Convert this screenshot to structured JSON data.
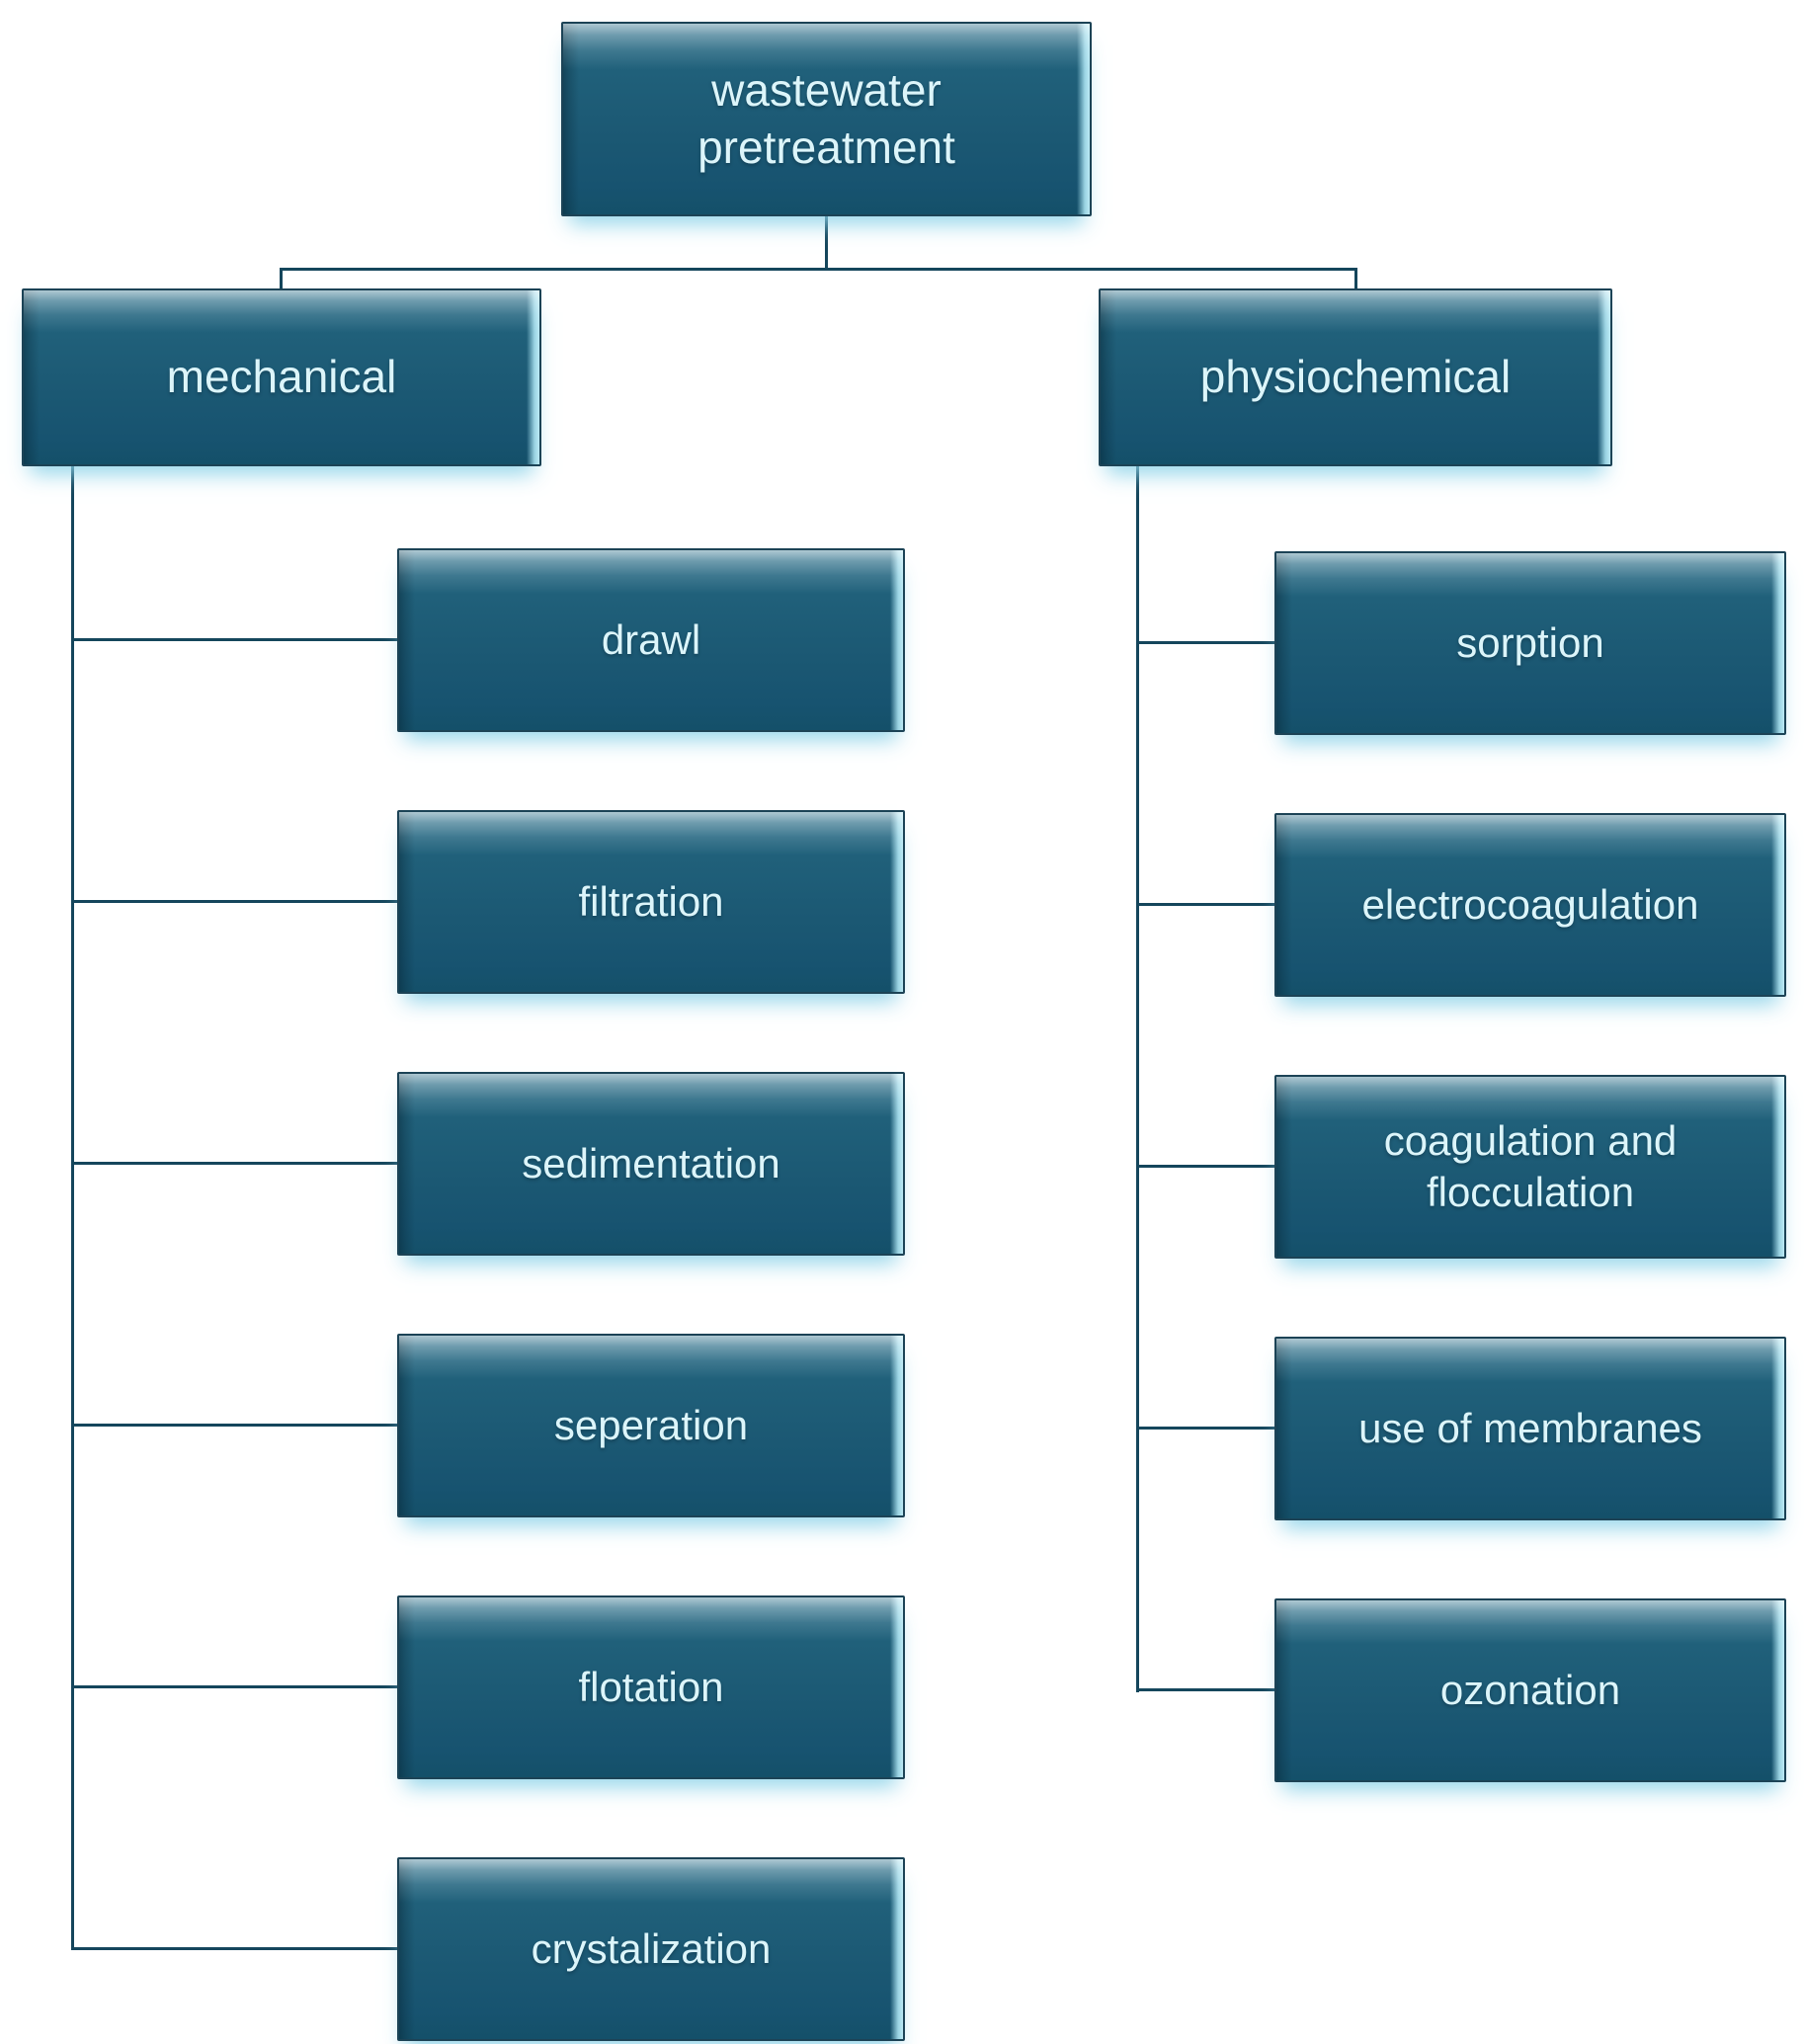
{
  "figure": {
    "type": "flowchart",
    "description": "hierarchy of wastewater pretreatment methods"
  },
  "colors": {
    "background": "#ffffff",
    "box_fill": "#1d5c76",
    "box_top_highlight": "#8fb4c4",
    "box_left_shade": "#123f54",
    "box_right_highlight": "#b4ecf8",
    "box_border": "#1c4356",
    "box_glow": "#cdeef7",
    "text": "#dcf5fa",
    "connector": "#15465c"
  },
  "diagram": {
    "root": {
      "label": "wastewater pretreatment"
    },
    "branches": {
      "mechanical": {
        "label": "mechanical",
        "children": [
          "drawl",
          "filtration",
          "sedimentation",
          "seperation",
          "flotation",
          "crystalization"
        ]
      },
      "physiochemical": {
        "label": "physiochemical",
        "children": [
          "sorption",
          "electrocoagulation",
          "coagulation and flocculation",
          "use of membranes",
          "ozonation"
        ]
      }
    }
  }
}
